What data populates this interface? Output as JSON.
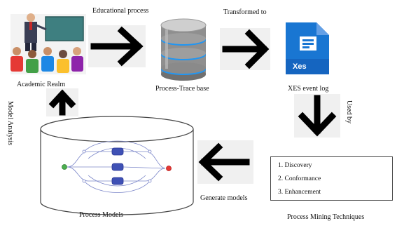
{
  "labels": {
    "educational_process": "Educational process",
    "transformed_to": "Transformed to",
    "academic_realm": "Academic Realm",
    "process_trace_base": "Process-Trace base",
    "xes_event_log": "XES event log",
    "used_by": "Used by",
    "model_analysis": "Model Analysis",
    "generate_models": "Generate models",
    "process_models": "Process Models",
    "process_mining_techniques": "Process Mining Techniques",
    "xes_badge": "Xes"
  },
  "techniques": [
    "1. Discovery",
    "2. Conformance",
    "3. Enhancement"
  ],
  "colors": {
    "arrow": "#000000",
    "xes_blue": "#1565c0",
    "xes_light": "#64a0e6",
    "db_gray": "#8f8f8f",
    "db_blue": "#2196f3",
    "model_node": "#3f51b5"
  }
}
